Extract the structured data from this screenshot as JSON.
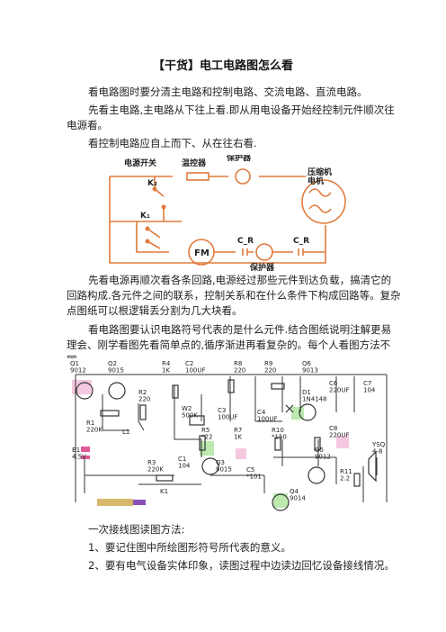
{
  "title": "【干货】电工电路图怎么看",
  "paragraphs": [
    "看电路图时要分清主电路和控制电路、交流电路、直流电路。",
    "先看主电路,主电路从下往上看.即从用电设备开始经控制元件顺次往电源看。",
    "看控制电路应自上而下、从在往右看.",
    "先看电源再顺次看各条回路,电源经过那些元件到达负载，搞清它的回路构成.各元件之间的联系，控制关系和在什么条件下构成回路等。复杂点图纸可以根逻辑丢分割为几大块看。",
    "看电路图要认识电路符号代表的是什么元件.结合图纸说明注解更易理会、刚学看图先看简单点的,循序渐进再看复杂的。每个人看图方法不同。",
    "一次接线图读图方法:",
    "1、要记住图中所绘图形符号所代表的意义。",
    "2、要有电气设备实体印象，读图过程中边读边回忆设备接线情况。"
  ],
  "figure1": {
    "labels": {
      "power_switch": "电源开关",
      "thermostat": "温控器",
      "protector_top": "保护器",
      "compressor": "压缩机\n电机",
      "protector_bottom": "保护器",
      "k2": "K₂",
      "k1": "K₁",
      "fm": "FM",
      "cr1": "C_R",
      "cr2": "C_R"
    }
  },
  "figure2": {
    "labels": {
      "q1": "Q1\n9012",
      "q2": "Q2\n9015",
      "r4": "R4\n1K",
      "c2": "C2\n100UF",
      "r8": "R8\n220",
      "r9": "R9\n220",
      "q6": "Q6\n9013",
      "c6": "C6\n220UF",
      "c7": "C7\n104",
      "r2": "R2\n220",
      "w2": "W2\n500K",
      "c3": "C3\n100UF",
      "c4": "C4\n100UF",
      "d1": "D1\n1N4148",
      "r1": "R1\n220K",
      "l1": "L1",
      "r5": "R5\n*22",
      "r7": "R7\n1K",
      "r10": "R10\n*150",
      "c8": "C8\n220UF",
      "b1": "B1\n4.5V",
      "r3": "R3\n220K",
      "c1": "C1\n104",
      "q3": "Q3\n9015",
      "c5": "C5\n*101",
      "q5": "Q5\n9012",
      "ysq": "YSQ\n4-8",
      "r11": "R11\n2.2",
      "k1": "K1",
      "q4": "Q4\n9014"
    }
  }
}
